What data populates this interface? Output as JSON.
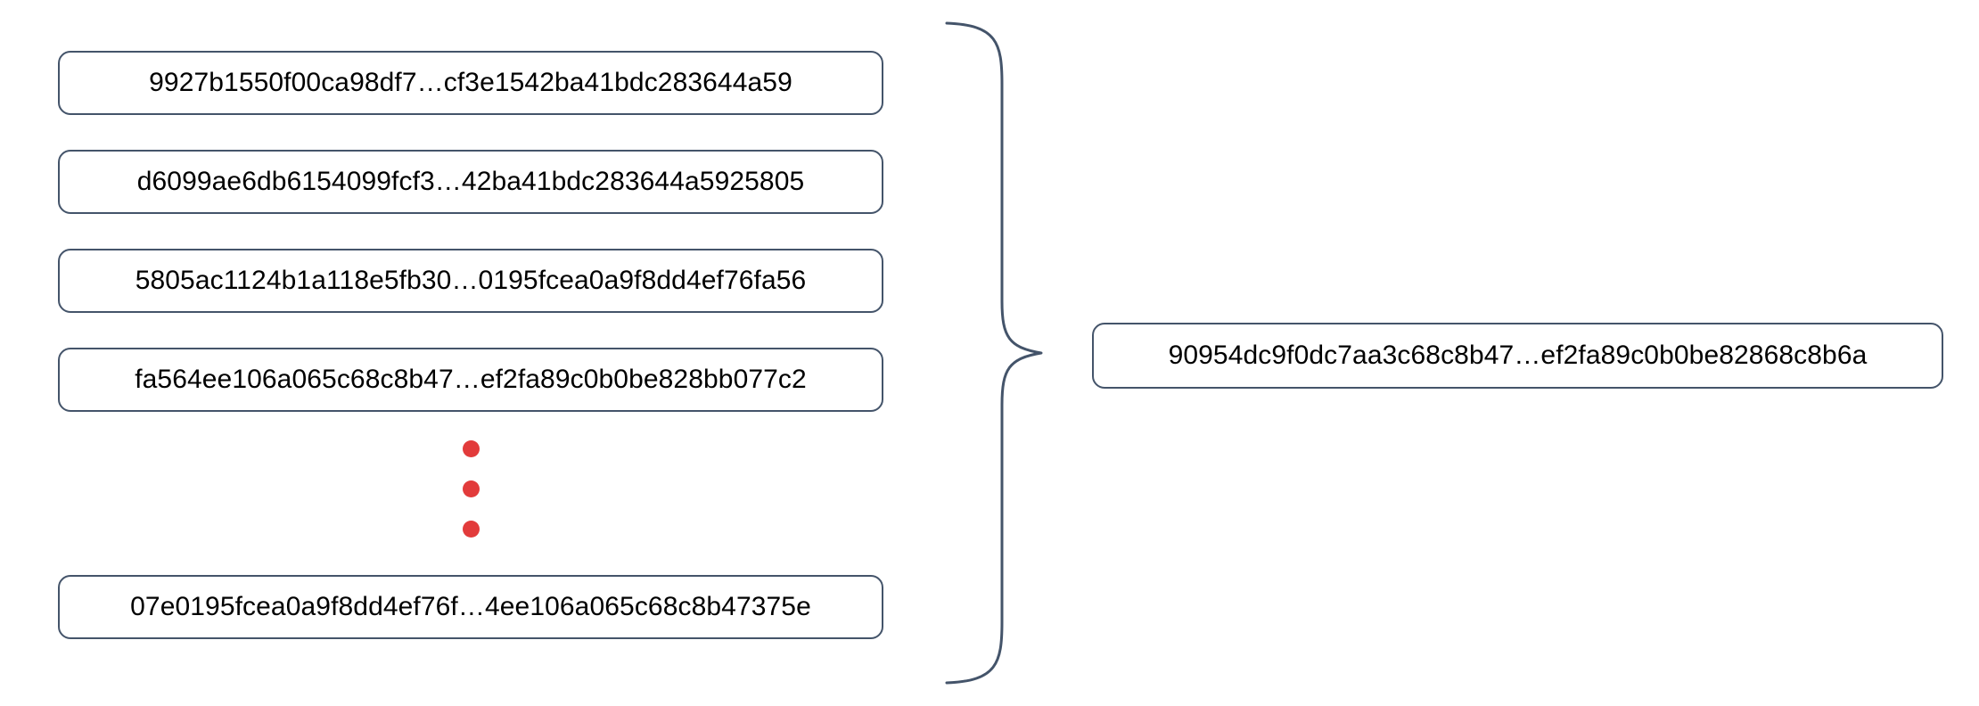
{
  "diagram": {
    "type": "hash-aggregation",
    "title": "Hash list aggregated into a single root hash",
    "accent_color": "#44546a",
    "dot_color": "#e23b3b",
    "box_fill": "#ffffff",
    "text_color": "#000000"
  },
  "inputs": {
    "label": "input-hashes",
    "boxes": [
      {
        "hash": "9927b1550f00ca98df7…cf3e1542ba41bdc283644a59"
      },
      {
        "hash": "d6099ae6db6154099fcf3…42ba41bdc283644a5925805"
      },
      {
        "hash": "5805ac1124b1a118e5fb30…0195fcea0a9f8dd4ef76fa56"
      },
      {
        "hash": "fa564ee106a065c68c8b47…ef2fa89c0b0be828bb077c2"
      },
      {
        "hash": "07e0195fcea0a9f8dd4ef76f…4ee106a065c68c8b47375e"
      }
    ]
  },
  "ellipsis": {
    "label": "vertical-ellipsis",
    "dots": [
      "dot",
      "dot",
      "dot"
    ]
  },
  "brace": {
    "label": "grouping-brace",
    "direction": "right-pointing"
  },
  "output": {
    "label": "aggregate-hash",
    "hash": "90954dc9f0dc7aa3c68c8b47…ef2fa89c0b0be82868c8b6a"
  }
}
